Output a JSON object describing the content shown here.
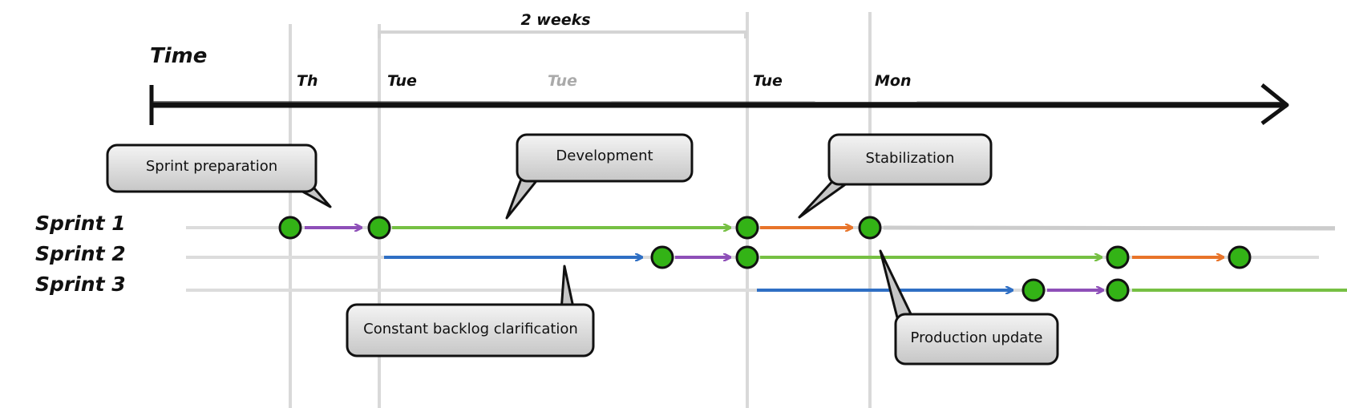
{
  "time_label": "Time",
  "duration_label": "2 weeks",
  "days": [
    {
      "id": "th",
      "label": "Th"
    },
    {
      "id": "tue1",
      "label": "Tue"
    },
    {
      "id": "tue-mid",
      "label": "Tue",
      "muted": true
    },
    {
      "id": "tue2",
      "label": "Tue"
    },
    {
      "id": "mon",
      "label": "Mon"
    }
  ],
  "sprints": [
    {
      "id": "sprint-1",
      "label": "Sprint 1"
    },
    {
      "id": "sprint-2",
      "label": "Sprint 2"
    },
    {
      "id": "sprint-3",
      "label": "Sprint 3"
    }
  ],
  "callouts": {
    "preparation": "Sprint preparation",
    "development": "Development",
    "stabilization": "Stabilization",
    "backlog": "Constant backlog clarification",
    "production": "Production update"
  },
  "phase_colors": {
    "preparation": "#8e4fb8",
    "development": "#76c043",
    "clarification": "#2f6fc4",
    "stabilization": "#e8742a",
    "milestone": "#33b316",
    "track": "#d8d8d8"
  }
}
